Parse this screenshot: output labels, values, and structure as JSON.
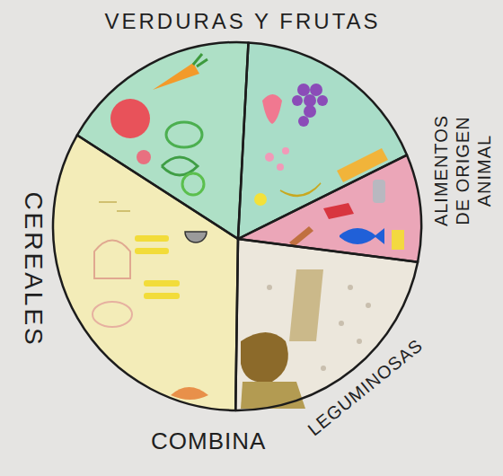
{
  "diagram": {
    "nodes": [
      {
        "text": [
          "VERDURAS Y FRUTAS"
        ]
      },
      {
        "text": [
          "ALIMENTOS DE ORIGEN ANIMAL"
        ]
      },
      {
        "text": [
          "LEGUMINOSAS"
        ]
      },
      {
        "text": [
          "CEREALES"
        ]
      }
    ],
    "labels": [
      "COMBINA"
    ]
  }
}
